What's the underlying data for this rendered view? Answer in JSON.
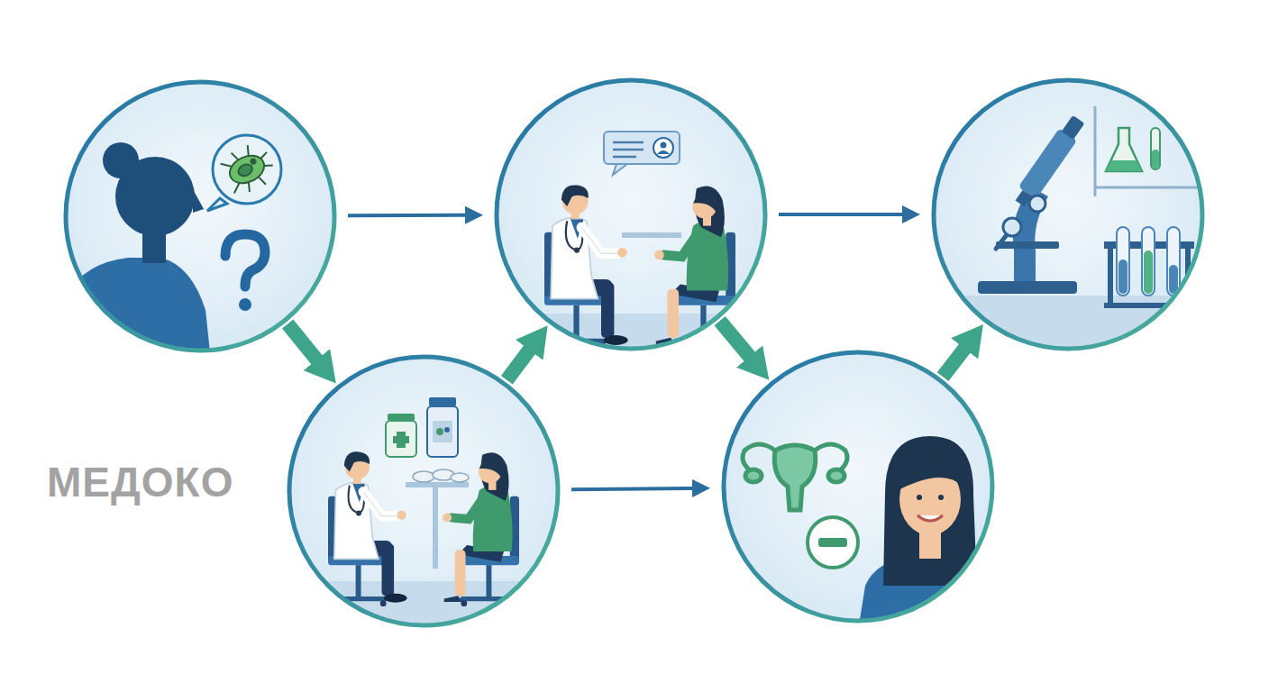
{
  "diagram": {
    "nodes": [
      {
        "text": []
      },
      {
        "text": []
      },
      {
        "text": []
      },
      {
        "text": []
      },
      {
        "text": []
      }
    ],
    "edges": [
      {
        "from": 0,
        "to": 2,
        "arrow": "to"
      },
      {
        "from": 0,
        "to": 1,
        "arrow": "to"
      },
      {
        "from": 1,
        "to": 2,
        "arrow": "to"
      },
      {
        "from": 1,
        "to": 3,
        "arrow": "to"
      },
      {
        "from": 2,
        "to": 3,
        "arrow": "to"
      },
      {
        "from": 2,
        "to": 4,
        "arrow": "to"
      },
      {
        "from": 3,
        "to": 4,
        "arrow": "to"
      }
    ],
    "labels": [
      "МЕДОКО"
    ]
  }
}
